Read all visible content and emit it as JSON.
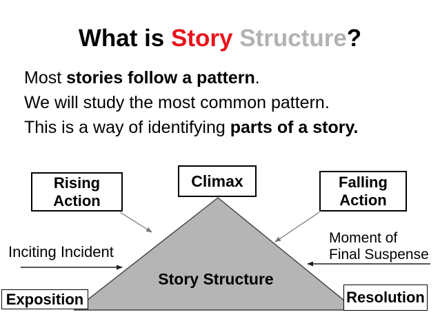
{
  "title": {
    "lead": "What is ",
    "highlight_red": "Story",
    "highlight_gray": " Structure",
    "tail": "?"
  },
  "intro": {
    "line1": {
      "pre": "Most ",
      "bold": "stories follow a pattern",
      "post": "."
    },
    "line2": {
      "pre": "We will study the most common pattern.",
      "bold": "",
      "post": ""
    },
    "line3": {
      "pre": "This is a way of identifying ",
      "bold": "parts of a story.",
      "post": ""
    }
  },
  "diagram": {
    "rising_action_box": {
      "line1": "Rising",
      "line2": "Action"
    },
    "climax_box": {
      "label": "Climax"
    },
    "falling_action_box": {
      "line1": "Falling",
      "line2": "Action"
    },
    "exposition_box": {
      "label": "Exposition"
    },
    "resolution_box": {
      "label": "Resolution"
    },
    "inciting_incident_label": "Inciting Incident",
    "final_suspense_label": {
      "line1": "Moment of",
      "line2": "Final Suspense"
    },
    "triangle_label": "Story Structure"
  },
  "colors": {
    "accent_red": "#e8131a",
    "title_gray": "#b2b2b2",
    "triangle_fill": "#b5b5b5",
    "triangle_stroke": "#3f3f3f",
    "arrow_dark": "#1f1f1f",
    "arrow_light": "#757575",
    "box_border": "#000000"
  }
}
